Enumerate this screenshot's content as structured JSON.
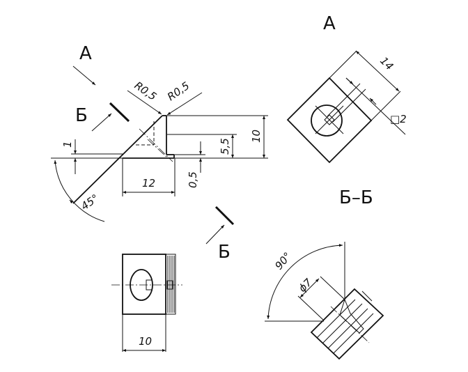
{
  "view_labels": {
    "view_a_arrow": "A",
    "view_a_title": "A",
    "section_mark_top": "Б",
    "section_mark_bottom": "Б",
    "section_title": "Б–Б"
  },
  "main_view": {
    "radius_left": "R0,5",
    "radius_right": "R0,5",
    "height_total": "10",
    "height_step": "5,5",
    "offset_small": "0,5",
    "offset_one": "1",
    "width": "12",
    "angle": "45°"
  },
  "view_a": {
    "width": "14",
    "square": "□2"
  },
  "section_view": {
    "angle": "90°",
    "diameter": "ϕ7"
  },
  "bottom_view": {
    "width": "10"
  }
}
